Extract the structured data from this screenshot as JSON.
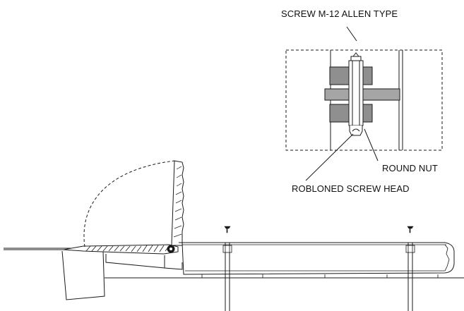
{
  "labels": {
    "screw": "SCREW M-12 ALLEN TYPE",
    "round_nut": "ROUND NUT",
    "robloned_head": "ROBLONED SCREW HEAD"
  },
  "colors": {
    "line": "#1a1a1a",
    "nut_fill": "#8f8f8f",
    "nut_fill_light": "#c4c4c4",
    "background": "#ffffff"
  }
}
